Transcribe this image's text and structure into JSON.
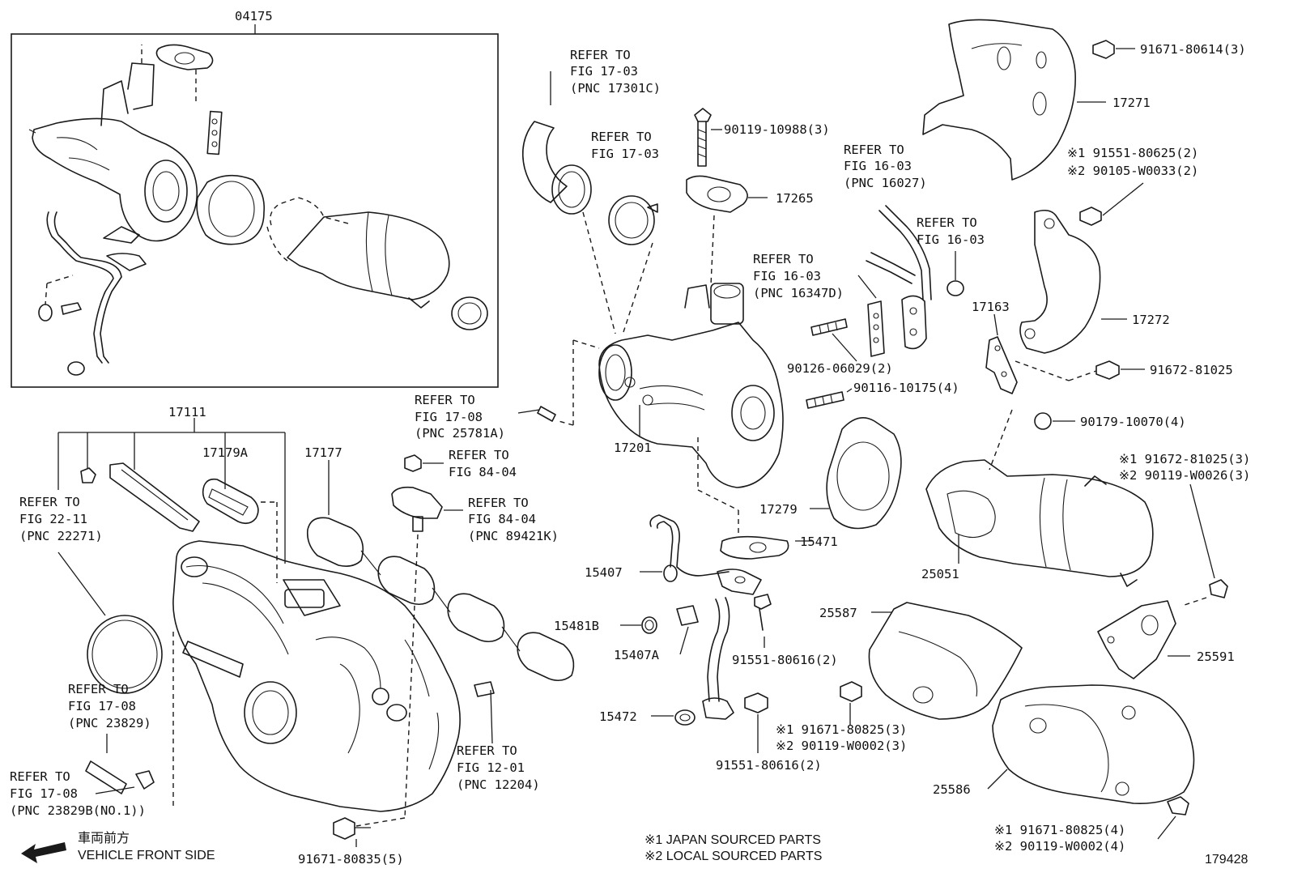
{
  "diagram": {
    "figure_number": "179428",
    "labels": {
      "p04175": "04175",
      "p17111": "17111",
      "p17179a": "17179A",
      "p17177": "17177",
      "p17201": "17201",
      "p17265": "17265",
      "p17271": "17271",
      "p17272": "17272",
      "p17163": "17163",
      "p17279": "17279",
      "p15471": "15471",
      "p15407": "15407",
      "p15481b": "15481B",
      "p15407a": "15407A",
      "p15472": "15472",
      "p25051": "25051",
      "p25587": "25587",
      "p25591": "25591",
      "p25586": "25586",
      "b90119_10988": "90119-10988(3)",
      "b91671_80614": "91671-80614(3)",
      "b91551_80625": "※1 91551-80625(2)",
      "b90105_w0033": "※2 90105-W0033(2)",
      "b90126_06029": "90126-06029(2)",
      "b90116_10175": "90116-10175(4)",
      "b91672_81025": "91672-81025",
      "b90179_10070": "90179-10070(4)",
      "b91672_81025_3": "※1 91672-81025(3)",
      "b90119_w0026": "※2 90119-W0026(3)",
      "b91551_80616_a": "91551-80616(2)",
      "b91551_80616_b": "91551-80616(2)",
      "b91671_80825_3": "※1 91671-80825(3)",
      "b90119_w0002_3": "※2 90119-W0002(3)",
      "b91671_80825_4": "※1 91671-80825(4)",
      "b90119_w0002_4": "※2 90119-W0002(4)",
      "b91671_80835": "91671-80835(5)"
    },
    "references": {
      "r1703a": [
        "REFER TO",
        "FIG 17-03",
        "(PNC 17301C)"
      ],
      "r1703b": [
        "REFER TO",
        "FIG 17-03"
      ],
      "r1603a": [
        "REFER TO",
        "FIG 16-03",
        "(PNC 16027)"
      ],
      "r1603b": [
        "REFER TO",
        "FIG 16-03"
      ],
      "r1603c": [
        "REFER TO",
        "FIG 16-03",
        "(PNC 16347D)"
      ],
      "r1708a": [
        "REFER TO",
        "FIG 17-08",
        "(PNC 25781A)"
      ],
      "r8404a": [
        "REFER TO",
        "FIG 84-04"
      ],
      "r8404b": [
        "REFER TO",
        "FIG 84-04",
        "(PNC 89421K)"
      ],
      "r2211": [
        "REFER TO",
        "FIG 22-11",
        "(PNC 22271)"
      ],
      "r1708b": [
        "REFER TO",
        "FIG 17-08",
        "(PNC 23829)"
      ],
      "r1708c": [
        "REFER TO",
        "FIG 17-08",
        "(PNC 23829B(NO.1))"
      ],
      "r1201": [
        "REFER TO",
        "FIG 12-01",
        "(PNC 12204)"
      ]
    },
    "notes": {
      "japan": "※1 JAPAN SOURCED PARTS",
      "local": "※2 LOCAL SOURCED PARTS"
    },
    "front": {
      "jp": "車両前方",
      "en": "VEHICLE FRONT SIDE"
    }
  }
}
